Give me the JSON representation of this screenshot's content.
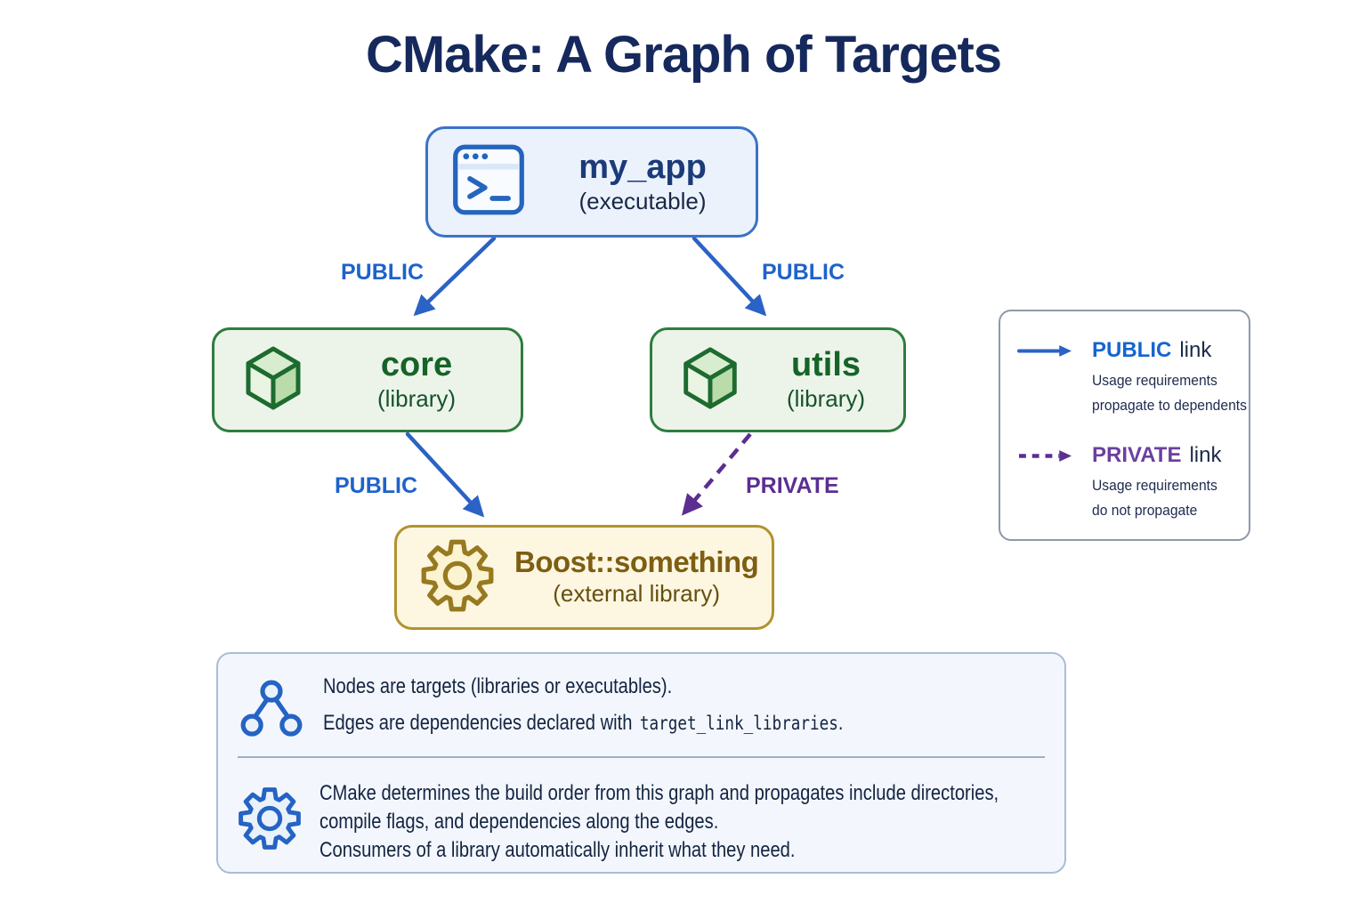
{
  "title": "CMake: A Graph of Targets",
  "colors": {
    "public_link_blue": "#1e62cc",
    "private_link_purple": "#5b2e92",
    "executable_node_border": "#3b72c7",
    "library_node_border": "#2f7d3e",
    "external_node_border": "#b2922f",
    "title_navy": "#16295c"
  },
  "nodes": [
    {
      "id": "my_app",
      "label": "my_app",
      "sublabel": "(executable)",
      "icon": "terminal-window-icon",
      "kind": "executable"
    },
    {
      "id": "core",
      "label": "core",
      "sublabel": "(library)",
      "icon": "cube-icon",
      "kind": "library"
    },
    {
      "id": "utils",
      "label": "utils",
      "sublabel": "(library)",
      "icon": "cube-icon",
      "kind": "library"
    },
    {
      "id": "boost",
      "label": "Boost::something",
      "sublabel": "(external library)",
      "icon": "gear-icon",
      "kind": "external-library"
    }
  ],
  "edges": [
    {
      "from": "my_app",
      "to": "core",
      "label": "PUBLIC",
      "style": "solid",
      "color": "#1e62cc"
    },
    {
      "from": "my_app",
      "to": "utils",
      "label": "PUBLIC",
      "style": "solid",
      "color": "#1e62cc"
    },
    {
      "from": "core",
      "to": "boost",
      "label": "PUBLIC",
      "style": "solid",
      "color": "#1e62cc"
    },
    {
      "from": "utils",
      "to": "boost",
      "label": "PRIVATE",
      "style": "dashed",
      "color": "#5b2e92"
    }
  ],
  "legend": {
    "entries": [
      {
        "keyword": "PUBLIC",
        "suffix": "link",
        "desc_line1": "Usage requirements",
        "desc_line2": "propagate to dependents",
        "arrow": "solid-blue-arrow"
      },
      {
        "keyword": "PRIVATE",
        "suffix": "link",
        "desc_line1": "Usage requirements",
        "desc_line2": "do not propagate",
        "arrow": "dashed-purple-arrow"
      }
    ]
  },
  "notes": {
    "nodes_edges": {
      "line1": "Nodes are targets (libraries or executables).",
      "line2_prefix": "Edges are dependencies declared with",
      "line2_code": "target_link_libraries",
      "line2_suffix": "."
    },
    "build_order": {
      "line1": "CMake determines the build order from this graph and propagates include directories,",
      "line2": "compile flags, and dependencies along the edges.",
      "line3": "Consumers of a library automatically inherit what they need."
    }
  }
}
